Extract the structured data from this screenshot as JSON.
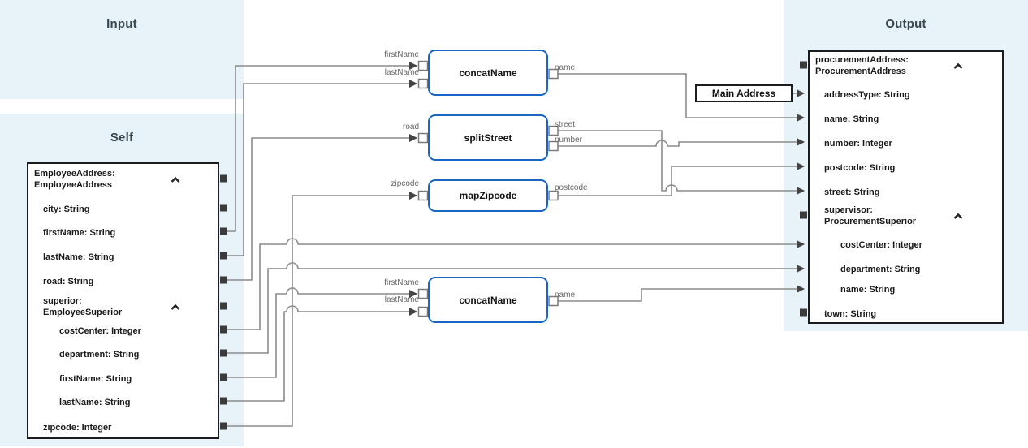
{
  "panels": {
    "input": {
      "title": "Input"
    },
    "self": {
      "title": "Self"
    },
    "output": {
      "title": "Output"
    }
  },
  "self_box": {
    "rows": [
      {
        "line1": "EmployeeAddress:",
        "line2": "EmployeeAddress"
      },
      {
        "label": "city: String"
      },
      {
        "label": "firstName: String"
      },
      {
        "label": "lastName: String"
      },
      {
        "label": "road: String"
      },
      {
        "line1": "superior:",
        "line2": "EmployeeSuperior"
      },
      {
        "label": "costCenter: Integer"
      },
      {
        "label": "department: String"
      },
      {
        "label": "firstName: String"
      },
      {
        "label": "lastName: String"
      },
      {
        "label": "zipcode: Integer"
      }
    ]
  },
  "output_box": {
    "rows": [
      {
        "line1": "procurementAddress:",
        "line2": "ProcurementAddress"
      },
      {
        "label": "addressType: String"
      },
      {
        "label": "name: String"
      },
      {
        "label": "number: Integer"
      },
      {
        "label": "postcode: String"
      },
      {
        "label": "street: String"
      },
      {
        "line1": "supervisor:",
        "line2": "ProcurementSuperior"
      },
      {
        "label": "costCenter: Integer"
      },
      {
        "label": "department: String"
      },
      {
        "label": "name: String"
      },
      {
        "label": "town: String"
      }
    ]
  },
  "nodes": {
    "concat_top": {
      "label": "concatName"
    },
    "split_street": {
      "label": "splitStreet"
    },
    "map_zipcode": {
      "label": "mapZipcode"
    },
    "concat_bottom": {
      "label": "concatName"
    },
    "main_address": {
      "label": "Main Address"
    }
  },
  "wire_labels": {
    "concat_top_in1": "firstName",
    "concat_top_in2": "lastName",
    "concat_top_out": "name",
    "split_in": "road",
    "split_out1": "street",
    "split_out2": "number",
    "map_in": "zipcode",
    "map_out": "postcode",
    "concat_bottom_in1": "firstName",
    "concat_bottom_in2": "lastName",
    "concat_bottom_out": "name"
  },
  "colors": {
    "panel_bg": "#e7f2f9",
    "node_border": "#1766c5",
    "tree_border": "#1c1c1c",
    "wire": "#8c8c8c",
    "arrowhead": "#444444",
    "port_dark": "#3b3b3b",
    "port_light_border": "#7a7a7a",
    "panel_title_text": "#37474f"
  }
}
